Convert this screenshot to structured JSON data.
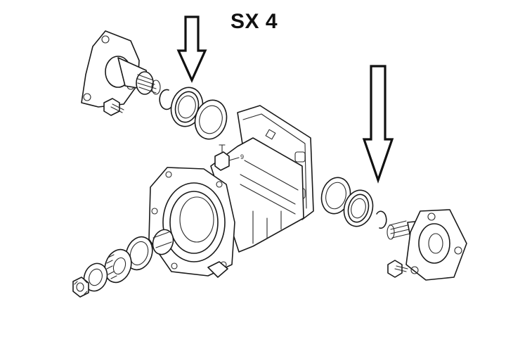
{
  "diagram": {
    "title": "SX 4",
    "callout_number": "9",
    "components": [
      "left-drive-flange",
      "left-flange-bolt",
      "left-snap-ring",
      "left-oil-seal",
      "left-shim",
      "differential-housing",
      "breather-plug",
      "right-shim",
      "right-oil-seal",
      "right-snap-ring",
      "right-drive-flange",
      "right-flange-bolt",
      "pinion-spacer",
      "pinion-bearing",
      "bearing-race",
      "pinion-washer",
      "pinion-nut"
    ],
    "arrows": [
      {
        "target": "left-oil-seal"
      },
      {
        "target": "right-oil-seal"
      }
    ]
  }
}
